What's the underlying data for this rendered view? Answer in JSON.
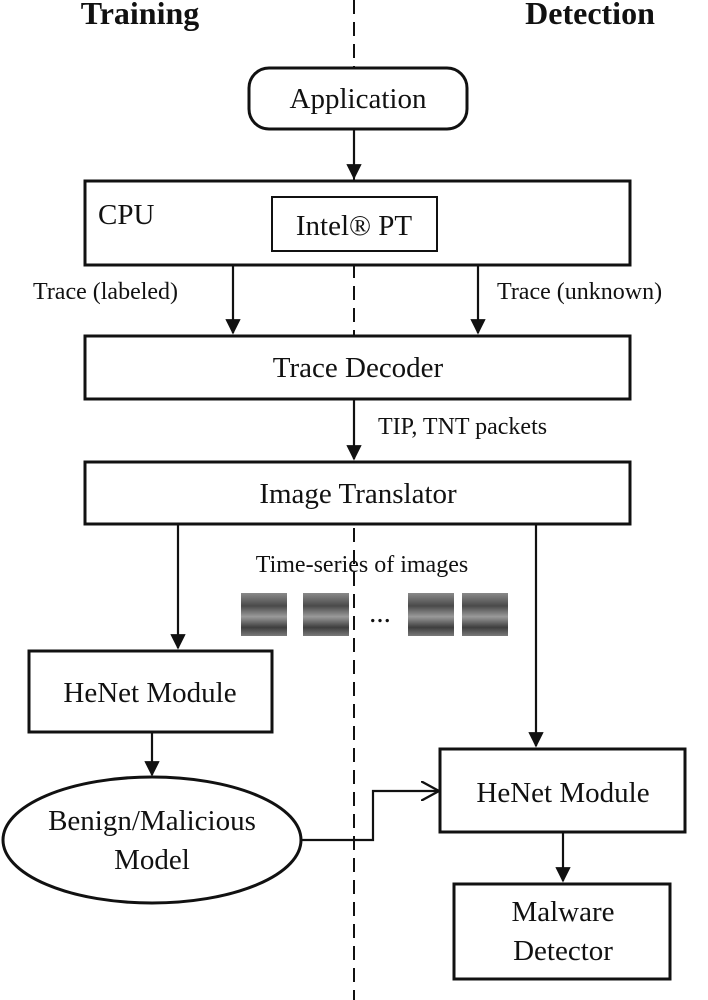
{
  "headers": {
    "left": "Training",
    "right": "Detection"
  },
  "nodes": {
    "application": "Application",
    "cpu": "CPU",
    "intel_pt": "Intel® PT",
    "trace_decoder": "Trace Decoder",
    "image_translator": "Image Translator",
    "henet_training": "HeNet Module",
    "benign_malicious_line1": "Benign/Malicious",
    "benign_malicious_line2": "Model",
    "henet_detection": "HeNet Module",
    "malware_line1": "Malware",
    "malware_line2": "Detector"
  },
  "edge_labels": {
    "trace_labeled": "Trace (labeled)",
    "trace_unknown": "Trace (unknown)",
    "tip_tnt": "TIP, TNT packets",
    "time_series": "Time-series of images",
    "ellipsis": "..."
  }
}
